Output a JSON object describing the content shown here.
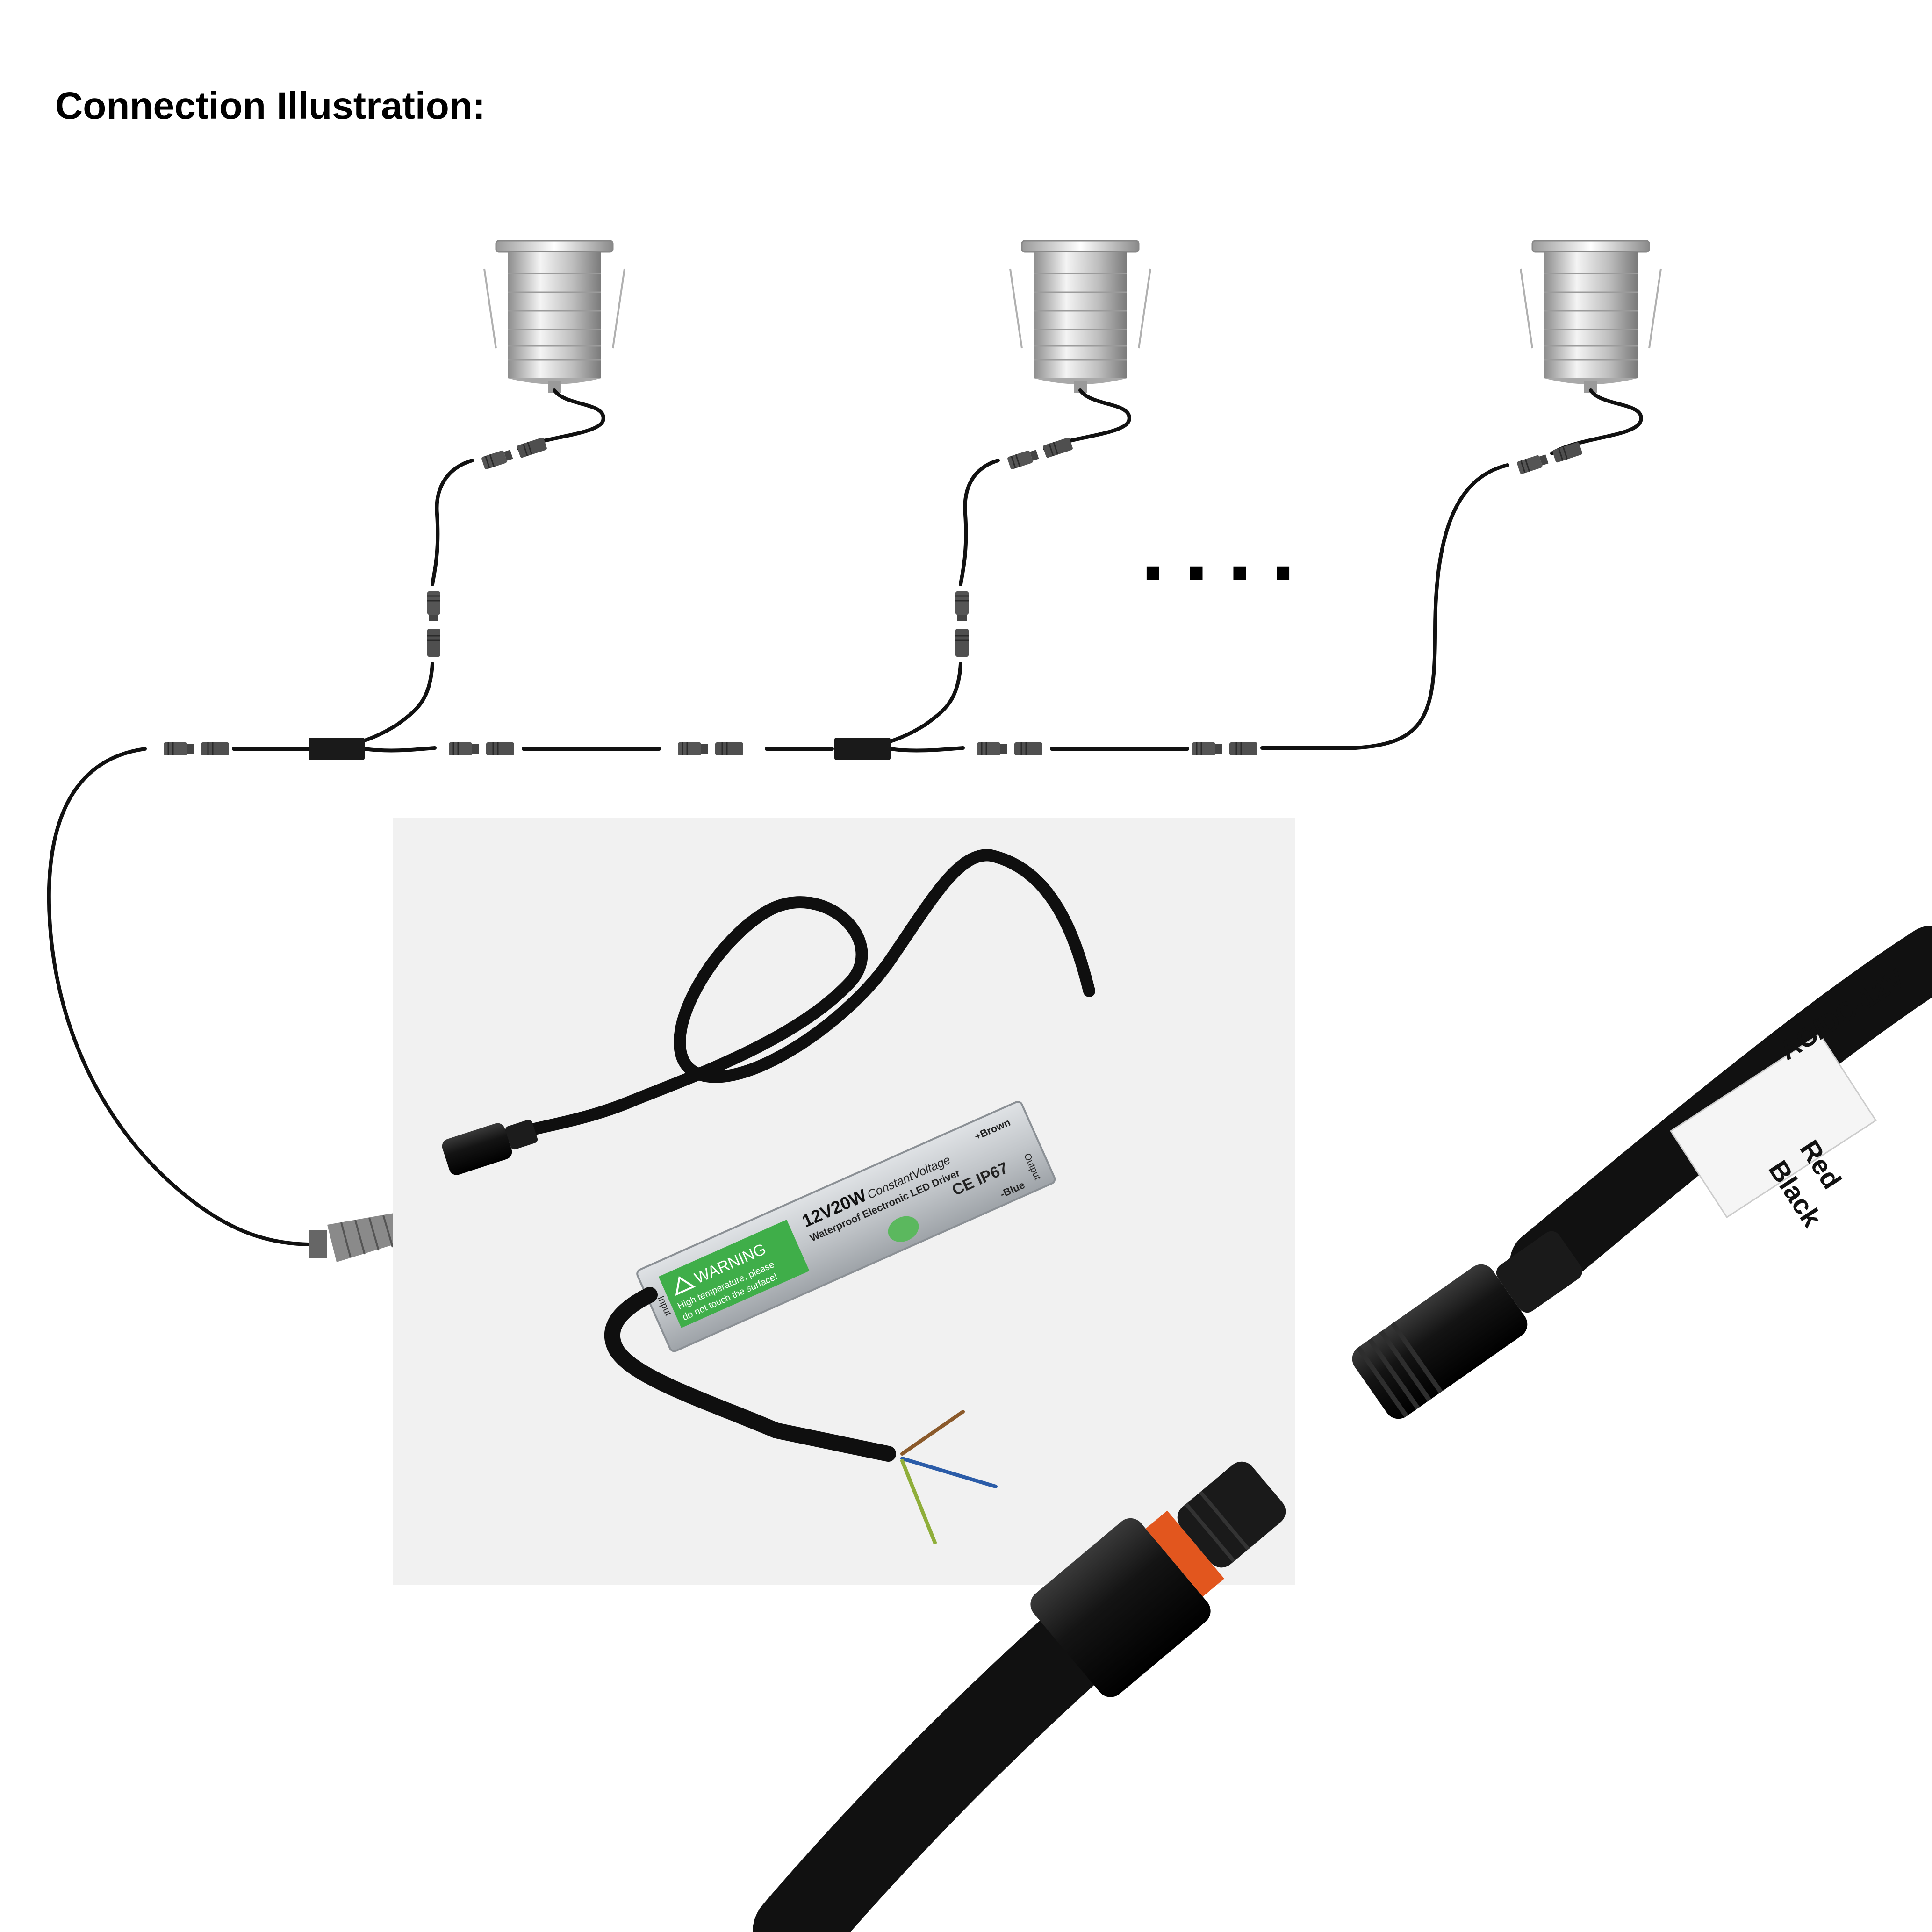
{
  "title": "Connection Illustration:",
  "continuation_dots": "....",
  "driver": {
    "model": "12V20W",
    "model_script": "ConstantVoltage",
    "subtitle": "Waterproof Electronic LED Driver",
    "cert": "CE IP67",
    "plus_wire": "+Brown",
    "minus_wire": "-Blue",
    "output_label": "Output",
    "input_label": "Input",
    "warning_title": "WARNING",
    "warning_line1": "High temperature, please",
    "warning_line2": "do not touch the surface!"
  },
  "connector_label": {
    "voltage": "AC/DC-12V",
    "black": "Black",
    "red": "Red"
  },
  "colors": {
    "cable": "#111111",
    "connector_gray": "#5a5a5a",
    "driver_case": "#c9cdd1",
    "warning_green": "#3fae49",
    "oring_orange": "#e2561e",
    "photo_bg": "#f1f1f1"
  }
}
